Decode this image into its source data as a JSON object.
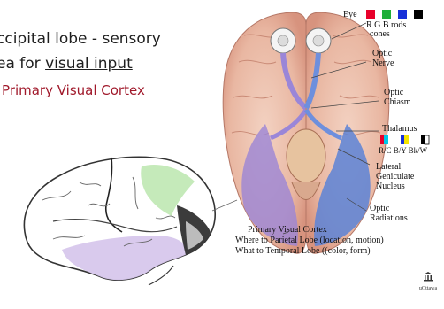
{
  "slide": {
    "line1": "ccipital lobe - sensory",
    "line2_prefix": "ea for ",
    "line2_link": "visual input",
    "line3": "Primary Visual Cortex"
  },
  "figure": {
    "eye": "Eye",
    "rgb_letters": "R  G  B rods",
    "cones": "cones",
    "optic_nerve_1": "Optic",
    "optic_nerve_2": "Nerve",
    "optic_chiasm_1": "Optic",
    "optic_chiasm_2": "Chiasm",
    "thalamus": "Thalamus",
    "thalamus_channels": "R/C  B/Y  Bk/W",
    "lgn_1": "Lateral",
    "lgn_2": "Geniculate",
    "lgn_3": "Nucleus",
    "optic_rad_1": "Optic",
    "optic_rad_2": "Radiations",
    "caption_title": "Primary Visual Cortex",
    "caption_line1": "Where to Parietal Lobe (location, motion)",
    "caption_line2": "What to Temporal Lobe ((color, form)"
  },
  "logo": {
    "icon": "building-icon",
    "name": "uOttawa"
  },
  "colors": {
    "red": "#e8002a",
    "green": "#1fae3a",
    "blue": "#1730d8",
    "cyan": "#00c8e8",
    "yellow": "#f4e400",
    "title_red": "#a0182a"
  }
}
